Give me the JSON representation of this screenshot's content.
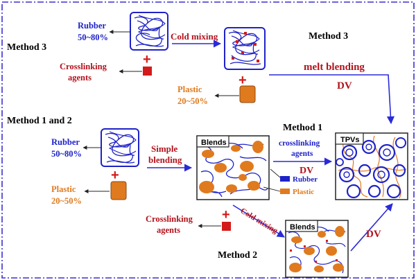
{
  "labels": {
    "method3_left": "Method 3",
    "method3_right": "Method 3",
    "method12": "Method 1 and 2",
    "method1": "Method 1",
    "method2": "Method 2",
    "rubber_top": "Rubber",
    "rubber_top_pct": "50~80%",
    "crosslink_top_1": "Crosslinking",
    "crosslink_top_2": "agents",
    "cold_mixing_top": "Cold mixing",
    "plastic_top": "Plastic",
    "plastic_top_pct": "20~50%",
    "melt_blending": "melt blending",
    "dv_top": "DV",
    "rubber_mid": "Rubber",
    "rubber_mid_pct": "50~80%",
    "simple_1": "Simple",
    "simple_2": "blending",
    "plastic_mid": "Plastic",
    "plastic_mid_pct": "20~50%",
    "blends_box": "Blends",
    "blends_box_small": "Blends",
    "crosslink_mid_1": "crosslinking",
    "crosslink_mid_2": "agents",
    "dv_mid": "DV",
    "legend_rubber": "Rubber",
    "legend_plastic": "Plastic",
    "tpvs": "TPVs",
    "crosslink_bot_1": "Crosslinking",
    "crosslink_bot_2": "agents",
    "cold_mixing_bot": "Cold mixing",
    "dv_bot": "DV"
  },
  "colors": {
    "rubber": "#1e22c8",
    "plastic": "#e07a1e",
    "crosslinker": "#d41a1a",
    "label_red": "#b3121c",
    "frame": "#3a2fd0",
    "arrow_blue": "#2a2ad8"
  }
}
